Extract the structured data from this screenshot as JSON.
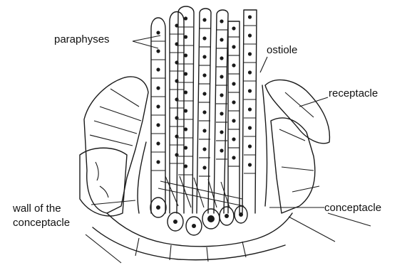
{
  "labels": {
    "paraphyses": "paraphyses",
    "ostiole": "ostiole",
    "receptacle": "receptacle",
    "wall_line1": "wall of the",
    "wall_line2": "conceptacle",
    "conceptacle": "conceptacle"
  }
}
